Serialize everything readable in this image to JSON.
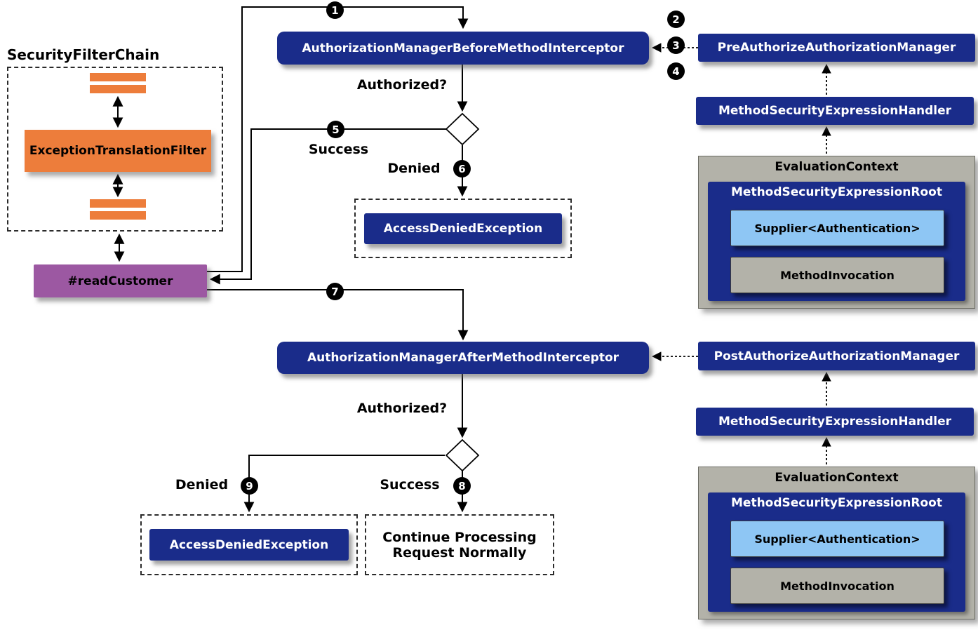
{
  "colors": {
    "navy": "#1a2c8a",
    "orange": "#ed7d3b",
    "purple": "#9c58a2",
    "light_blue": "#8ec6f4",
    "gray": "#b3b2a9"
  },
  "steps": [
    "1",
    "2",
    "3",
    "4",
    "5",
    "6",
    "7",
    "8",
    "9"
  ],
  "filter_chain": {
    "title": "SecurityFilterChain",
    "exception_filter": "ExceptionTranslationFilter"
  },
  "method": {
    "label": "#readCustomer"
  },
  "before": {
    "interceptor": "AuthorizationManagerBeforeMethodInterceptor",
    "authorized_question": "Authorized?",
    "success_label": "Success",
    "denied_label": "Denied",
    "access_denied": "AccessDeniedException",
    "manager": "PreAuthorizeAuthorizationManager",
    "expression_handler": "MethodSecurityExpressionHandler",
    "evaluation_context": {
      "title": "EvaluationContext",
      "root": "MethodSecurityExpressionRoot",
      "supplier": "Supplier<Authentication>",
      "invocation": "MethodInvocation"
    }
  },
  "after": {
    "interceptor": "AuthorizationManagerAfterMethodInterceptor",
    "authorized_question": "Authorized?",
    "success_label": "Success",
    "denied_label": "Denied",
    "access_denied": "AccessDeniedException",
    "continue_line1": "Continue Processing",
    "continue_line2": "Request Normally",
    "manager": "PostAuthorizeAuthorizationManager",
    "expression_handler": "MethodSecurityExpressionHandler",
    "evaluation_context": {
      "title": "EvaluationContext",
      "root": "MethodSecurityExpressionRoot",
      "supplier": "Supplier<Authentication>",
      "invocation": "MethodInvocation"
    }
  }
}
